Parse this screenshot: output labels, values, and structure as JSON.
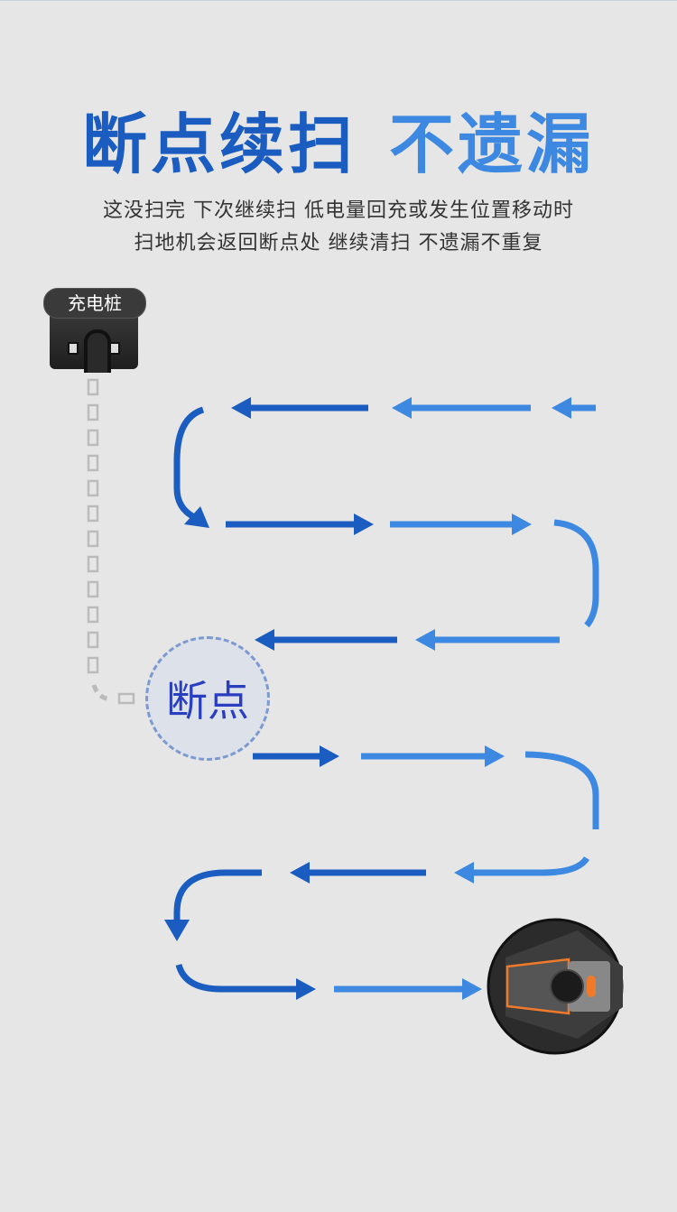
{
  "title": {
    "part1": "断点续扫",
    "part2": "不遗漏"
  },
  "subtitle": {
    "line1": "这没扫完  下次继续扫  低电量回充或发生位置移动时",
    "line2": "扫地机会返回断点处  继续清扫  不遗漏不重复"
  },
  "dock": {
    "label": "充电桩"
  },
  "breakpoint": {
    "label": "断点"
  },
  "colors": {
    "dark_blue": "#1a5cbf",
    "light_blue": "#3d88e0",
    "background": "#e6e6e6",
    "robot_accent": "#f07a2a"
  }
}
